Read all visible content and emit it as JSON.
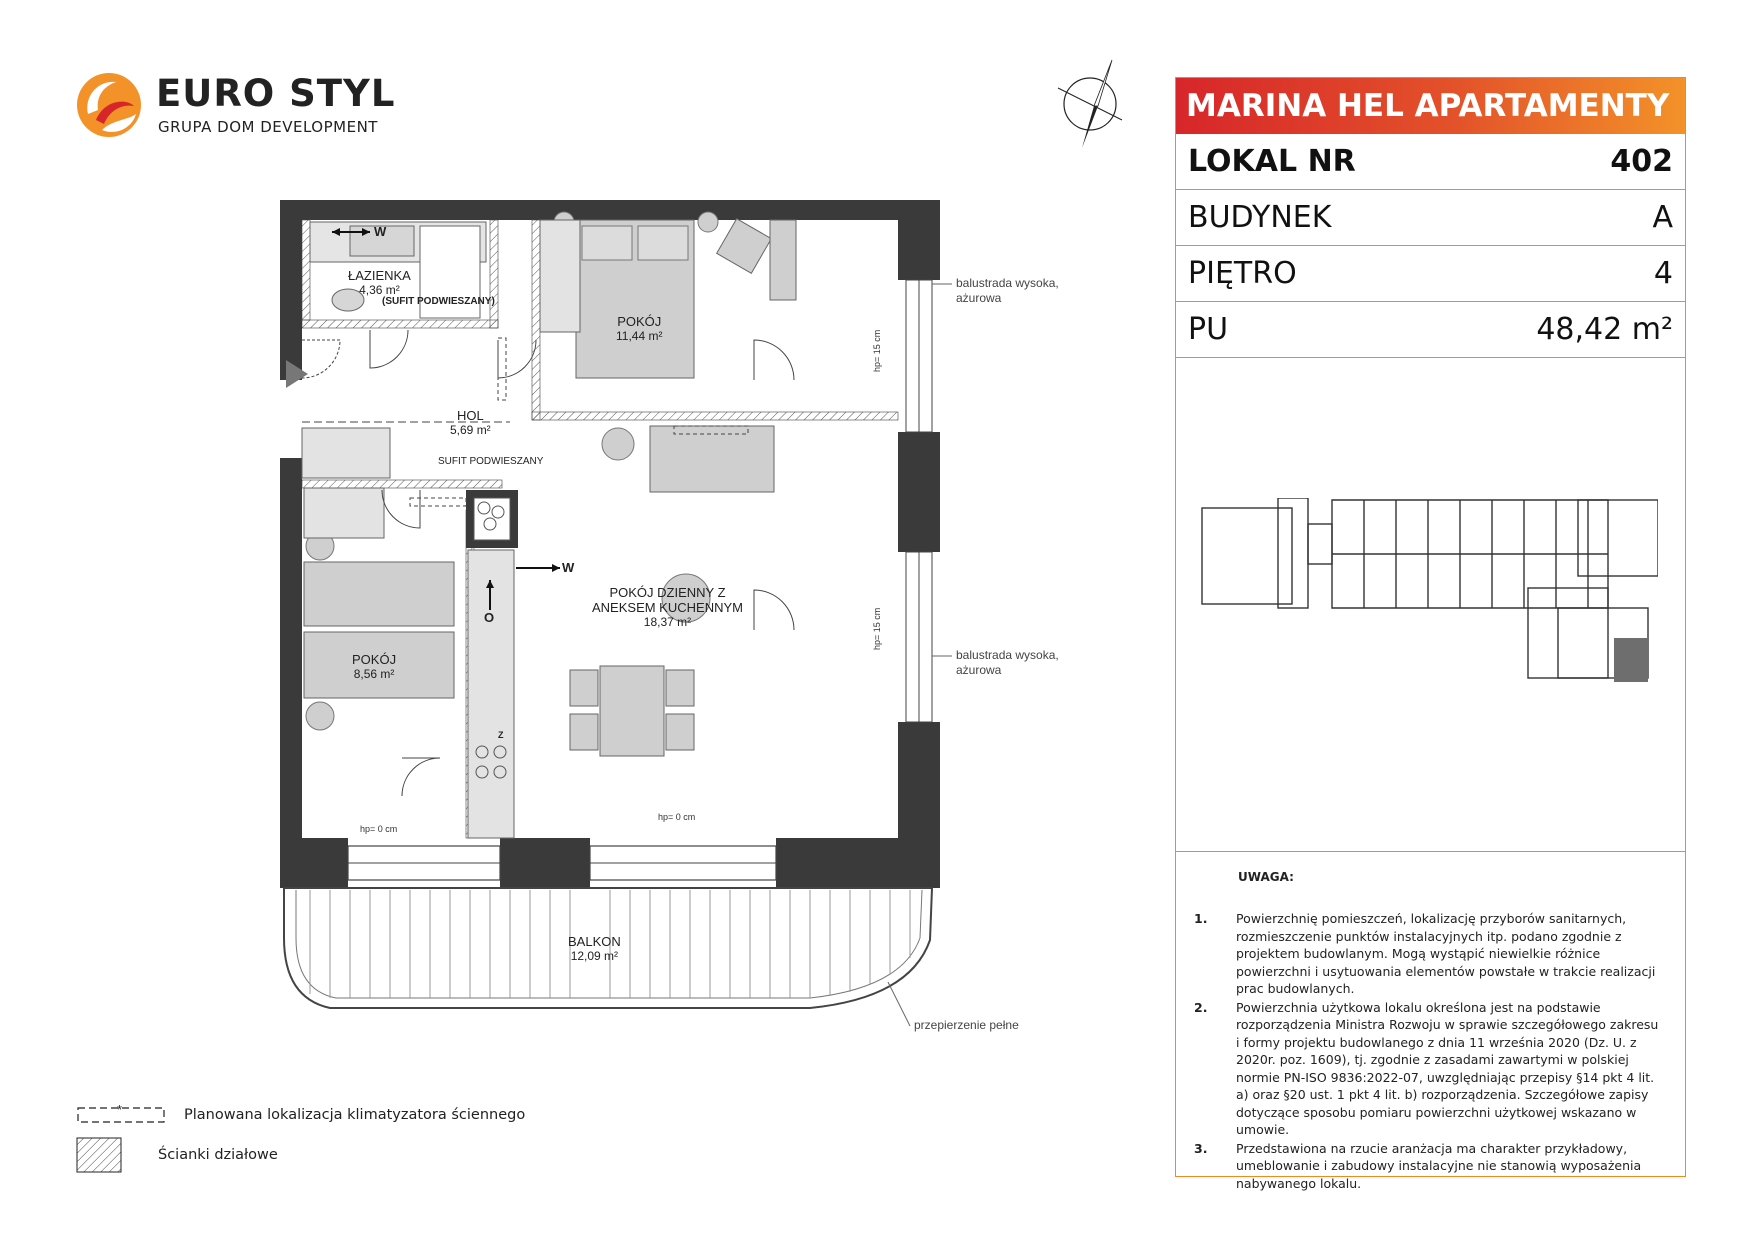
{
  "logo": {
    "name": "EURO STYL",
    "subtitle": "GRUPA DOM DEVELOPMENT",
    "colors": {
      "orange": "#f39229",
      "red": "#d7262a"
    }
  },
  "compass": {
    "icon": "north-arrow-icon"
  },
  "panel": {
    "title": "MARINA HEL APARTAMENTY",
    "rows": [
      {
        "label": "LOKAL NR",
        "value": "402"
      },
      {
        "label": "BUDYNEK",
        "value": "A"
      },
      {
        "label": "PIĘTRO",
        "value": "4"
      },
      {
        "label": "PU",
        "value": "48,42 m²"
      }
    ],
    "border_color": "#f08a1e"
  },
  "notes": {
    "heading": "UWAGA:",
    "items": [
      {
        "num": "1.",
        "text": "Powierzchnię pomieszczeń, lokalizację przyborów sanitarnych, rozmieszczenie punktów instalacyjnych itp. podano zgodnie z projektem budowlanym. Mogą wystąpić niewielkie różnice powierzchni i usytuowania elementów powstałe w trakcie realizacji prac budowlanych."
      },
      {
        "num": "2.",
        "text": "Powierzchnia użytkowa lokalu określona jest na podstawie rozporządzenia Ministra Rozwoju w sprawie szczegółowego zakresu i formy projektu budowlanego z dnia 11 września 2020 (Dz. U. z 2020r. poz. 1609), tj. zgodnie z zasadami zawartymi w polskiej normie PN-ISO 9836:2022-07, uwzględniając przepisy §14 pkt 4 lit. a) oraz §20 ust. 1 pkt 4 lit. b) rozporządzenia. Szczegółowe zapisy dotyczące sposobu pomiaru powierzchni użytkowej wskazano w umowie."
      },
      {
        "num": "3.",
        "text": "Przedstawiona na rzucie aranżacja ma charakter przykładowy, umeblowanie i zabudowy instalacyjne nie stanowią wyposażenia nabywanego lokalu."
      }
    ]
  },
  "rooms": {
    "bathroom": {
      "name": "ŁAZIENKA",
      "area": "4,36 m²",
      "note": "(SUFIT PODWIESZANY)"
    },
    "bedroom1": {
      "name": "POKÓJ",
      "area": "11,44 m²"
    },
    "hall": {
      "name": "HOL",
      "area": "5,69 m²",
      "note": "SUFIT PODWIESZANY"
    },
    "living": {
      "name_line1": "POKÓJ DZIENNY Z",
      "name_line2": "ANEKSEM KUCHENNYM",
      "area": "18,37 m²"
    },
    "bedroom2": {
      "name": "POKÓJ",
      "area": "8,56 m²"
    },
    "balcony": {
      "name": "BALKON",
      "area": "12,09 m²"
    }
  },
  "annotations": {
    "railing1_line1": "balustrada wysoka,",
    "railing1_line2": "ażurowa",
    "railing2_line1": "balustrada wysoka,",
    "railing2_line2": "ażurowa",
    "partition": "przepierzenie pełne",
    "hp15_a": "hp= 15 cm",
    "hp15_b": "hp= 15 cm",
    "hp0_a": "hp= 0 cm",
    "hp0_b": "hp= 0 cm",
    "meter_w1": "W",
    "meter_w2": "W",
    "meter_o": "O",
    "meter_z": "Z"
  },
  "legend": {
    "ac_marker": "*",
    "ac_label": "Planowana lokalizacja klimatyzatora ściennego",
    "partition_label": "Ścianki działowe"
  }
}
